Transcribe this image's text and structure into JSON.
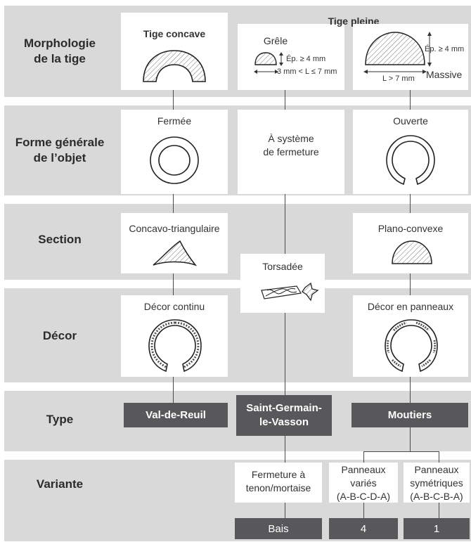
{
  "rows": {
    "morphologie": "Morphologie\nde la tige",
    "forme": "Forme générale\nde l’objet",
    "section": "Section",
    "decor": "Décor",
    "type": "Type",
    "variante": "Variante"
  },
  "morphologie": {
    "concave_title": "Tige concave",
    "pleine_title": "Tige pleine",
    "grele_label": "Grêle",
    "grele_ep": "Ép. ≥ 4 mm",
    "grele_l": "3 mm < L ≤ 7 mm",
    "massive_ep": "Ép. ≥ 4 mm",
    "massive_l": "L > 7 mm",
    "massive_label": "Massive"
  },
  "forme": {
    "fermee": "Fermée",
    "systeme": "À système\nde fermeture",
    "ouverte": "Ouverte"
  },
  "section": {
    "concavo": "Concavo-triangulaire",
    "torsadee": "Torsadée",
    "plano": "Plano-convexe"
  },
  "decor": {
    "continu": "Décor continu",
    "panneaux": "Décor en panneaux"
  },
  "types": {
    "val": "Val-de-Reuil",
    "saint": "Saint-Germain-\nle-Vasson",
    "moutiers": "Moutiers"
  },
  "variantes": {
    "fermeture": "Fermeture à\ntenon/mortaise",
    "varies": "Panneaux\nvariés\n(A-B-C-D-A)",
    "symetriques": "Panneaux\nsymétriques\n(A-B-C-B-A)",
    "count_bais": "Bais",
    "count_varies": "4",
    "count_sym": "1"
  },
  "colors": {
    "band": "#d9d9d9",
    "dark_box": "#58585a",
    "line": "#4a4a4a"
  }
}
